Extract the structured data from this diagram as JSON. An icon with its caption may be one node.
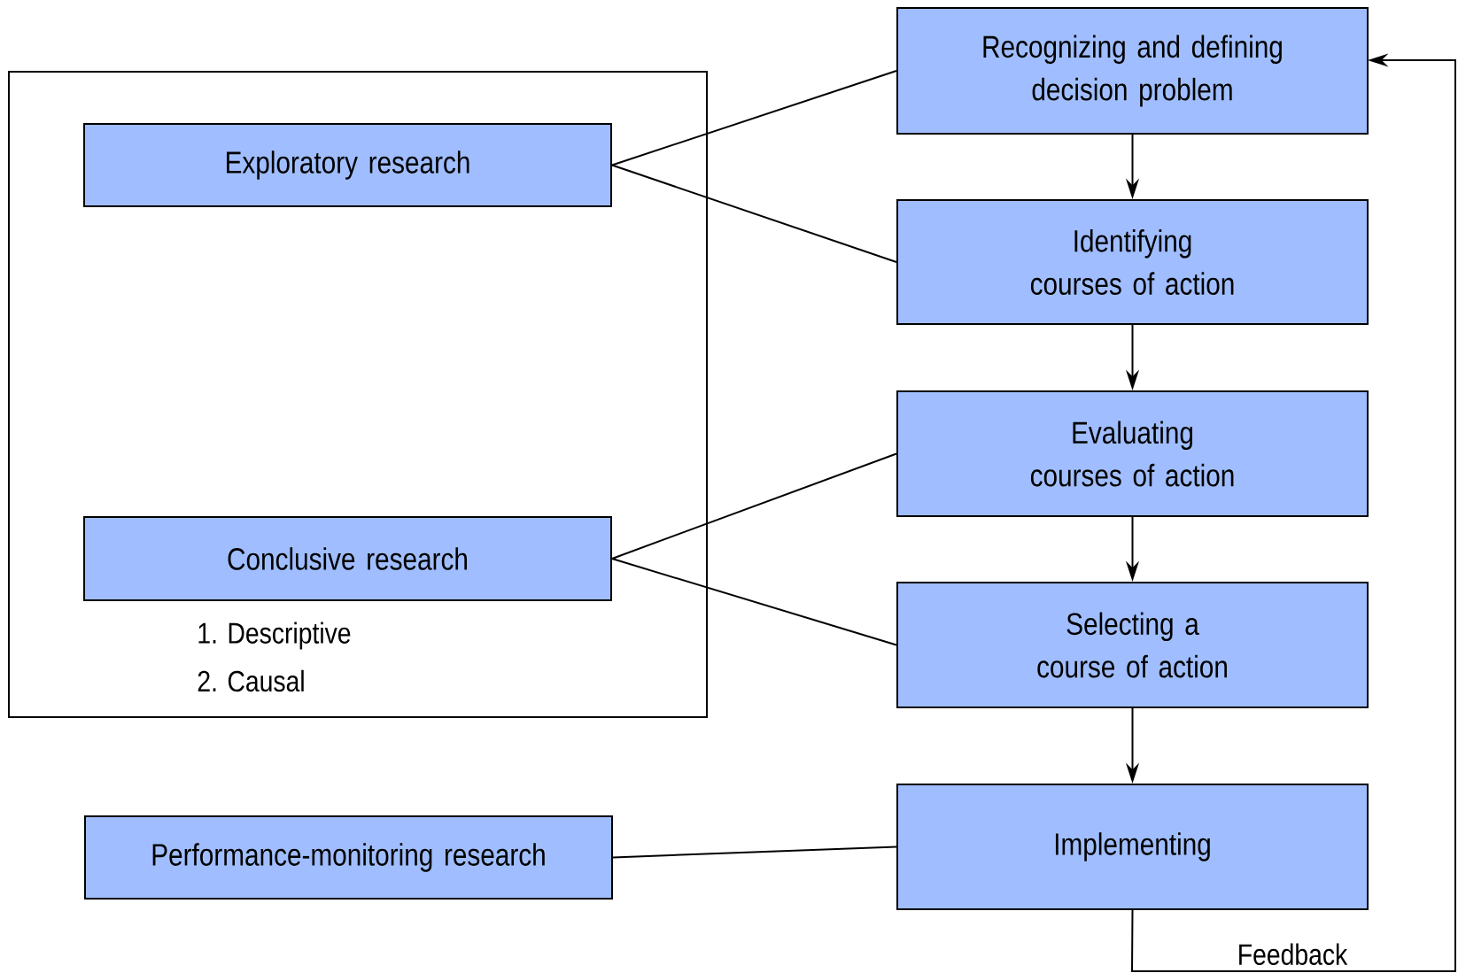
{
  "diagram": {
    "nodes": [
      {
        "text": [
          "Recognizing and defining decision problem"
        ]
      },
      {
        "text": [
          "Identifying courses of action"
        ]
      },
      {
        "text": [
          "Evaluating courses of action"
        ]
      },
      {
        "text": [
          "Selecting a course of action"
        ]
      },
      {
        "text": [
          "Implementing"
        ]
      },
      {
        "text": [],
        "shape": "box"
      },
      {
        "text": [
          "Exploratory research"
        ],
        "in": 5
      },
      {
        "text": [
          "Conclusive research"
        ],
        "in": 5,
        "beside": [
          "1. Descriptive",
          "2. Causal"
        ]
      },
      {
        "text": [
          "Performance-monitoring research"
        ]
      }
    ],
    "edges": [
      {
        "from": 0,
        "to": 1,
        "arrow": "to"
      },
      {
        "from": 1,
        "to": 2,
        "arrow": "to"
      },
      {
        "from": 2,
        "to": 3,
        "arrow": "to"
      },
      {
        "from": 3,
        "to": 4,
        "arrow": "to"
      },
      {
        "from": 6,
        "to": 0,
        "arrow": "none"
      },
      {
        "from": 6,
        "to": 1,
        "arrow": "none"
      },
      {
        "from": 7,
        "to": 2,
        "arrow": "none"
      },
      {
        "from": 7,
        "to": 3,
        "arrow": "none"
      },
      {
        "from": 8,
        "to": 4,
        "arrow": "none"
      },
      {
        "from": 4,
        "to": 0,
        "arrow": "to",
        "label": "Feedback"
      }
    ]
  }
}
